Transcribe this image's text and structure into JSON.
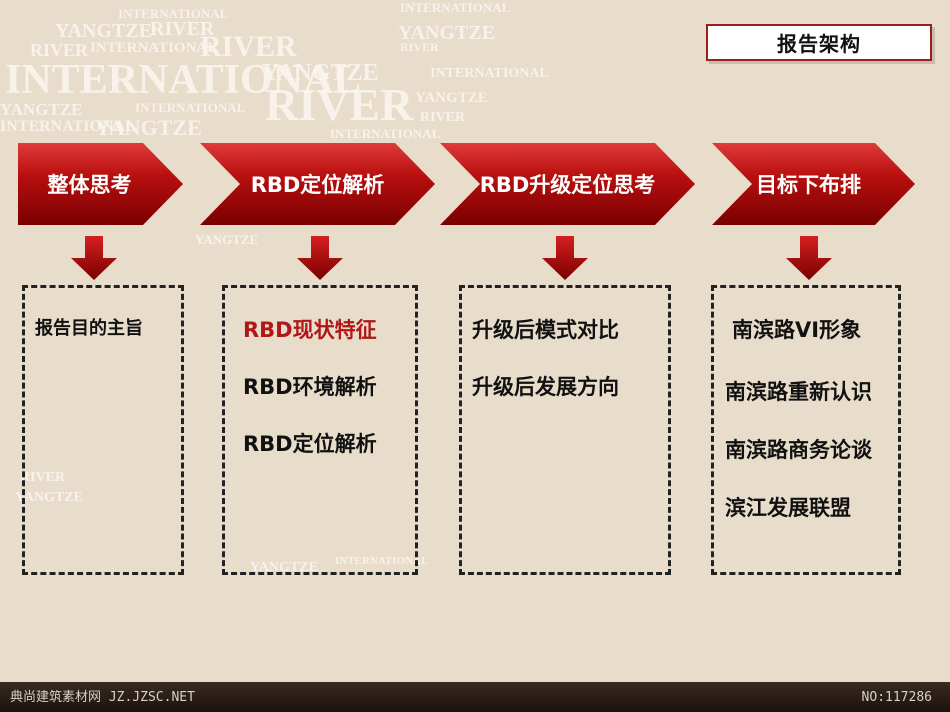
{
  "header": {
    "title": "报告架构"
  },
  "background_words": [
    "YANGTZE",
    "RIVER",
    "INTERNATIONAL"
  ],
  "steps": [
    {
      "label": "整体思考"
    },
    {
      "label": "RBD定位解析"
    },
    {
      "label": "RBD升级定位思考"
    },
    {
      "label": "目标下布排"
    }
  ],
  "columns": [
    {
      "items": [
        {
          "text": "报告目的主旨",
          "highlight": false
        }
      ]
    },
    {
      "items": [
        {
          "text": "RBD现状特征",
          "highlight": true
        },
        {
          "text": "RBD环境解析",
          "highlight": false
        },
        {
          "text": "RBD定位解析",
          "highlight": false
        }
      ]
    },
    {
      "items": [
        {
          "text": "升级后模式对比",
          "highlight": false
        },
        {
          "text": "升级后发展方向",
          "highlight": false
        }
      ]
    },
    {
      "items": [
        {
          "text": "南滨路VI形象",
          "highlight": false
        },
        {
          "text": "南滨路重新认识",
          "highlight": false
        },
        {
          "text": "南滨路商务论谈",
          "highlight": false
        },
        {
          "text": "滨江发展联盟",
          "highlight": false
        }
      ]
    }
  ],
  "footer": {
    "left": "典尚建筑素材网 JZ.JZSC.NET",
    "right": "NO:117286"
  },
  "colors": {
    "accent": "#b80f0f",
    "background": "#e8dccb"
  }
}
